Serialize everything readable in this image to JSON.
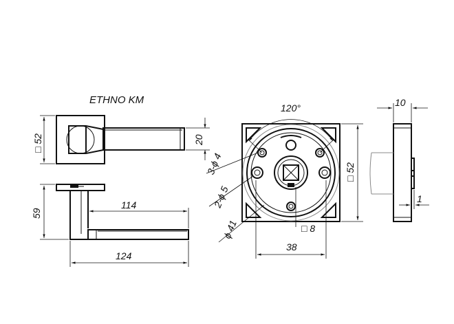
{
  "drawing": {
    "model": "ETHNO KM",
    "front_view": {
      "rose_size": "□ 52",
      "lever_width": "20"
    },
    "top_view": {
      "height": "59",
      "lever_length": "114",
      "total_length": "124"
    },
    "rose_view": {
      "angle": "120°",
      "holes_small": "3-ϕ 4",
      "holes_large": "2-ϕ 5",
      "diameter": "ϕ 41",
      "square_size": "□ 52",
      "spindle": "□ 8",
      "span": "38"
    },
    "side_view": {
      "thickness": "10",
      "offset": "1"
    }
  }
}
